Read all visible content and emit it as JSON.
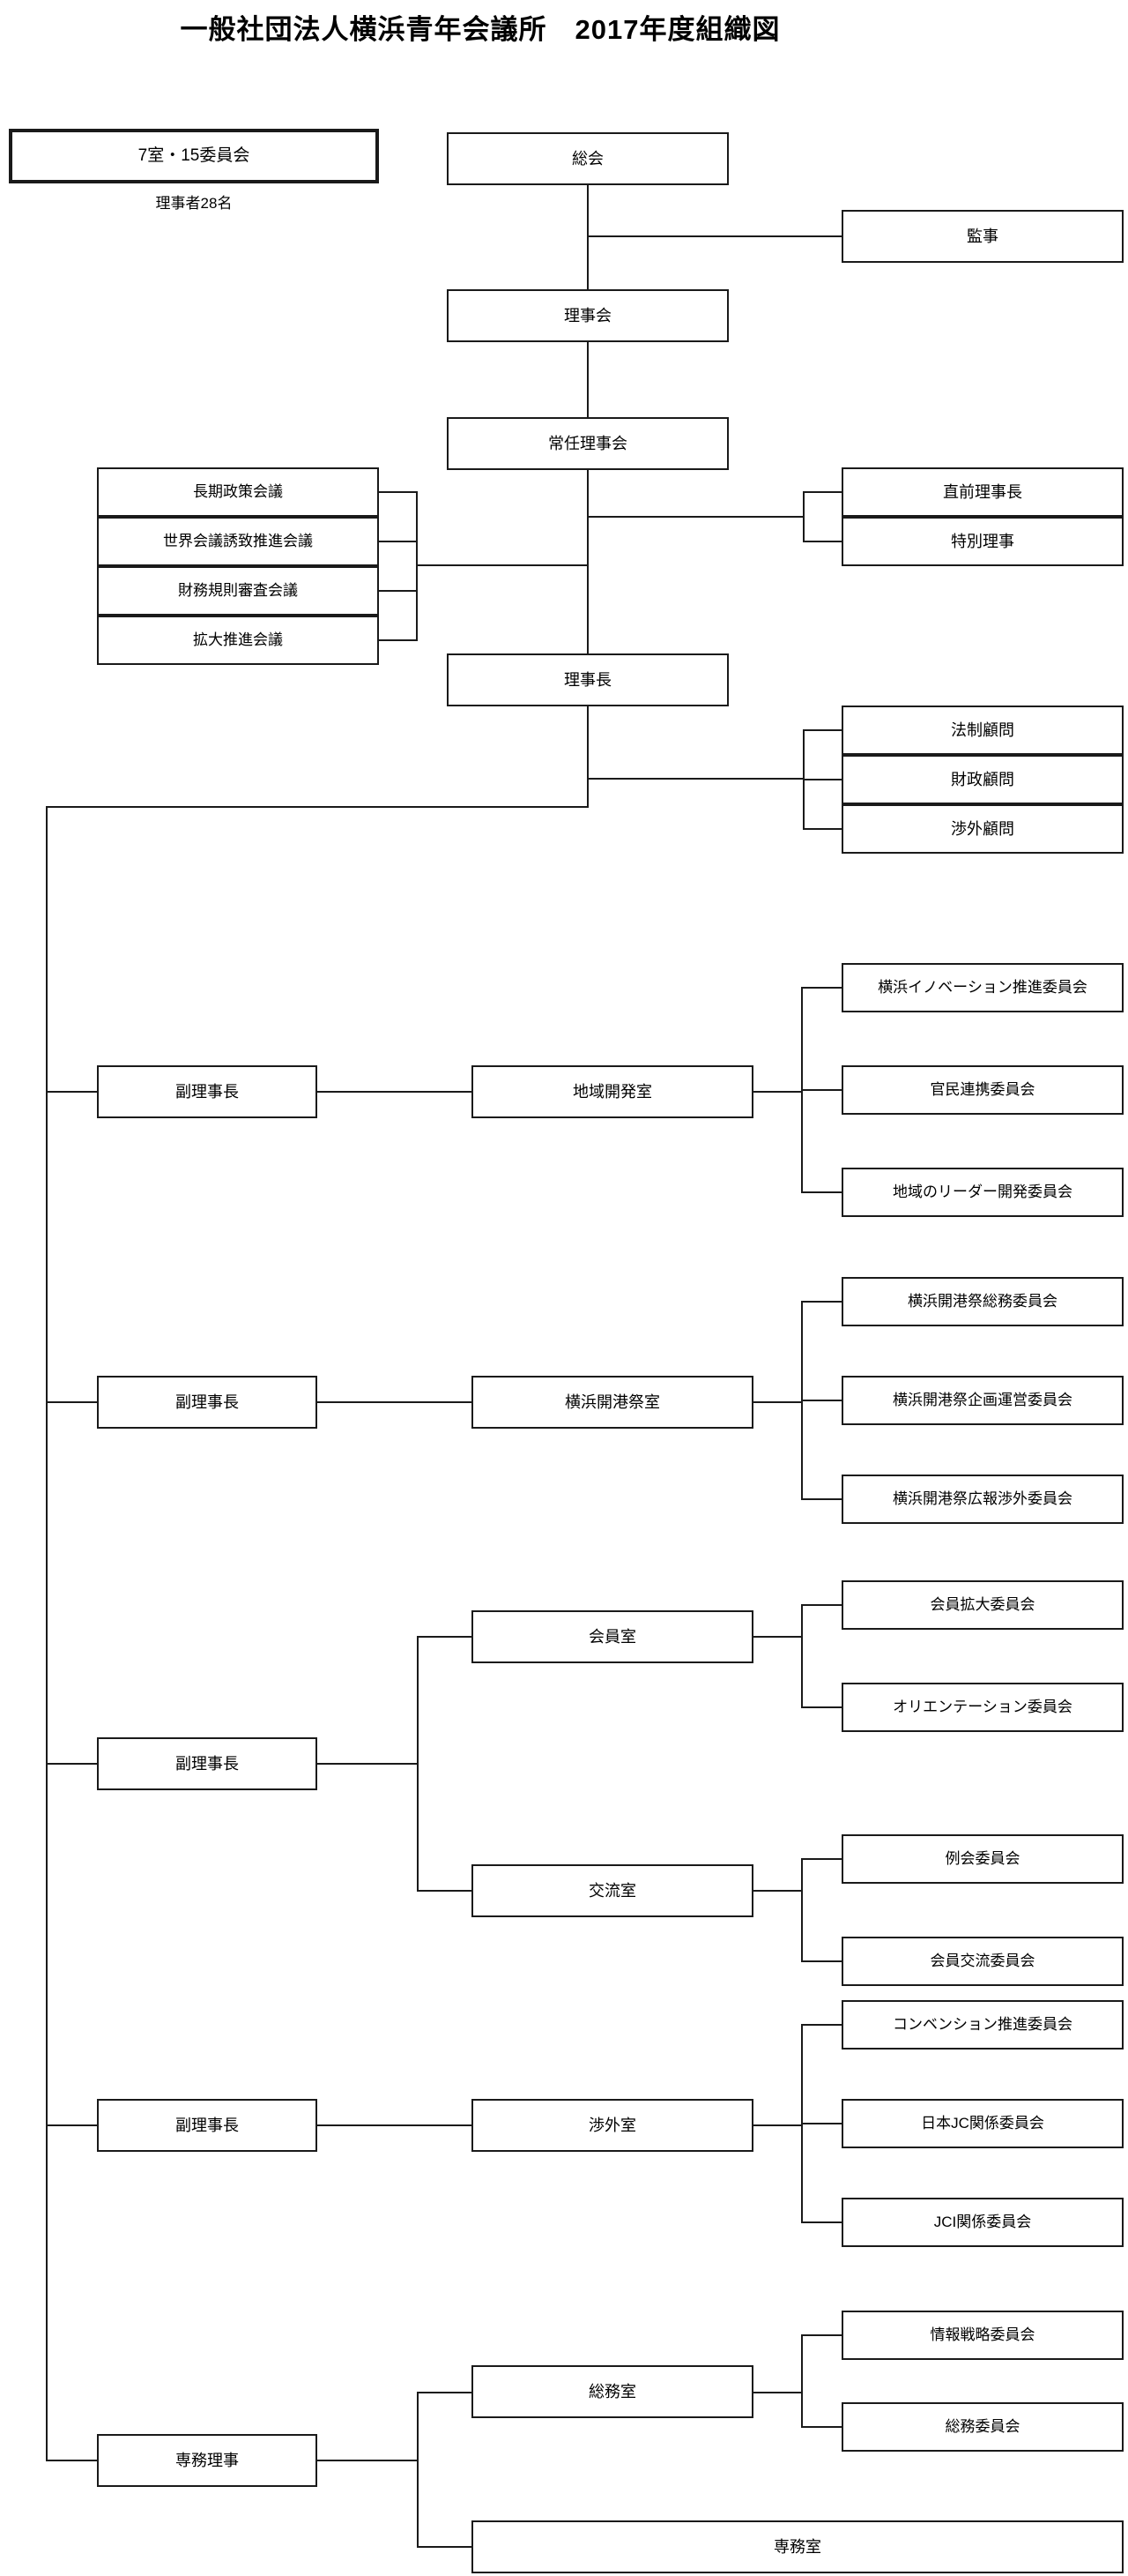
{
  "title": "一般社団法人横浜青年会議所　2017年度組織図",
  "summary": {
    "box_label": "7室・15委員会",
    "note": "理事者28名"
  },
  "nodes": {
    "general_assembly": "総会",
    "auditor": "監事",
    "board": "理事会",
    "standing_board": "常任理事会",
    "president": "理事長",
    "councils": [
      "長期政策会議",
      "世界会議誘致推進会議",
      "財務規則審査会議",
      "拡大推進会議"
    ],
    "officers": [
      "直前理事長",
      "特別理事"
    ],
    "advisors": [
      "法制顧問",
      "財政顧問",
      "渉外顧問"
    ],
    "vice_president_1": "副理事長",
    "vice_president_2": "副理事長",
    "vice_president_3": "副理事長",
    "vice_president_4": "副理事長",
    "managing_director": "専務理事",
    "rooms": {
      "regional_development": "地域開発室",
      "port_festival": "横浜開港祭室",
      "membership": "会員室",
      "exchange": "交流室",
      "external_affairs": "渉外室",
      "general_affairs": "総務室",
      "managing_office": "専務室"
    },
    "committees": {
      "regional_development": [
        "横浜イノベーション推進委員会",
        "官民連携委員会",
        "地域のリーダー開発委員会"
      ],
      "port_festival": [
        "横浜開港祭総務委員会",
        "横浜開港祭企画運営委員会",
        "横浜開港祭広報渉外委員会"
      ],
      "membership": [
        "会員拡大委員会",
        "オリエンテーション委員会"
      ],
      "exchange": [
        "例会委員会",
        "会員交流委員会"
      ],
      "external_affairs": [
        "コンベンション推進委員会",
        "日本JC関係委員会",
        "JCI関係委員会"
      ],
      "general_affairs": [
        "情報戦略委員会",
        "総務委員会"
      ]
    }
  },
  "colors": {
    "line": "#1a1a1a",
    "background": "#ffffff",
    "text": "#000000"
  }
}
